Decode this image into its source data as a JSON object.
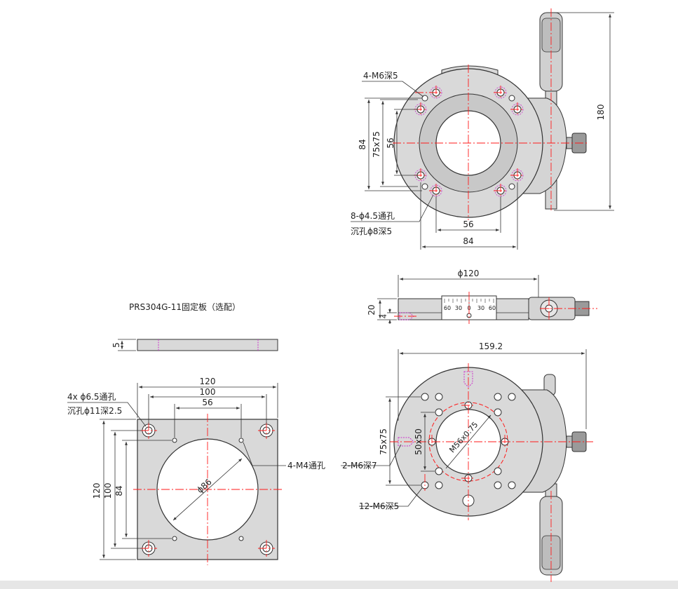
{
  "colors": {
    "line": "#333333",
    "part_fill": "#d9d9d9",
    "part_dark": "#bdbdbd",
    "center_line": "#ff1a1a",
    "hidden_line": "#cc33cc",
    "background": "#ffffff"
  },
  "top_view": {
    "label_m6": "4-M6深5",
    "label_holes": "8-ϕ4.5通孔",
    "label_counterbore": "沉孔ϕ8深5",
    "dim_height": "180",
    "dim_84": "84",
    "dim_75x75": "75x75",
    "dim_56": "56",
    "dim_bottom_56": "56",
    "dim_bottom_84": "84"
  },
  "side_view": {
    "dim_phi120": "ϕ120",
    "dim_20": "20",
    "dim_4": "4",
    "scale_ticks": [
      "60",
      "30",
      "0",
      "30",
      "60"
    ]
  },
  "fixed_plate": {
    "title": "PRS304G-11固定板（选配）",
    "dim_5": "5",
    "dim_120_top": "120",
    "dim_100_top": "100",
    "dim_56_top": "56",
    "label_holes": "4x ϕ6.5通孔",
    "label_counterbore": "沉孔ϕ11深2.5",
    "label_m4": "4-M4通孔",
    "dim_120_left": "120",
    "dim_100_left": "100",
    "dim_84_left": "84",
    "dim_phi86": "ϕ86"
  },
  "bottom_view": {
    "dim_159_2": "159.2",
    "dim_75x75": "75x75",
    "dim_50x50": "50x50",
    "label_m56": "M56x0.75",
    "label_m6_2": "2-M6深7",
    "label_m6_12": "12-M6深5"
  }
}
